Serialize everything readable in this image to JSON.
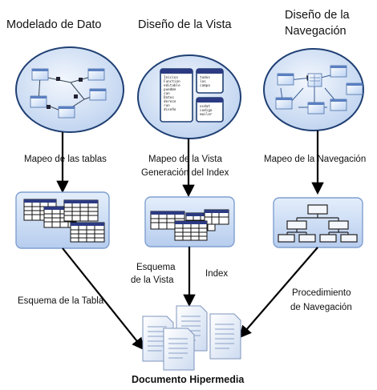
{
  "titles": {
    "col1": "Modelado de Dato",
    "col2": "Diseño de la Vista",
    "col3_line1": "Diseño de la",
    "col3_line2": "Navegación"
  },
  "labels": {
    "mapeo_tablas": "Mapeo de las tablas",
    "mapeo_vista_line1": "Mapeo de la Vista",
    "mapeo_vista_line2": "Generación del Index",
    "mapeo_navegacion": "Mapeo de la Navegación",
    "esquema_vista_line1": "Esquema",
    "esquema_vista_line2": "de la Vista",
    "index": "Index",
    "esquema_tabla": "Esquema de la Tabla",
    "procedimiento_line1": "Procedimiento",
    "procedimiento_line2": "de Navegación",
    "documento": "Documento Hipermedia"
  },
  "view_panel_text": {
    "left": [
      "Inicios",
      "Function",
      "editable",
      "puedme",
      "con",
      "Datos",
      "derece",
      "run",
      "diseño"
    ],
    "right_top": [
      "todos",
      "los",
      "campo"
    ],
    "right_bottom": [
      "ocdat",
      "codigo",
      "mailer"
    ]
  },
  "colors": {
    "ellipse_fill": "#d9e6f7",
    "ellipse_edge": "#1f3f73",
    "box_fill": "#cfe0f6",
    "box_edge": "#7f9fd0",
    "grid_header": "#2b3a82",
    "grid_dark": "#1a1a1a",
    "doc_fill": "#eef3fb",
    "doc_edge": "#7f95bd"
  }
}
